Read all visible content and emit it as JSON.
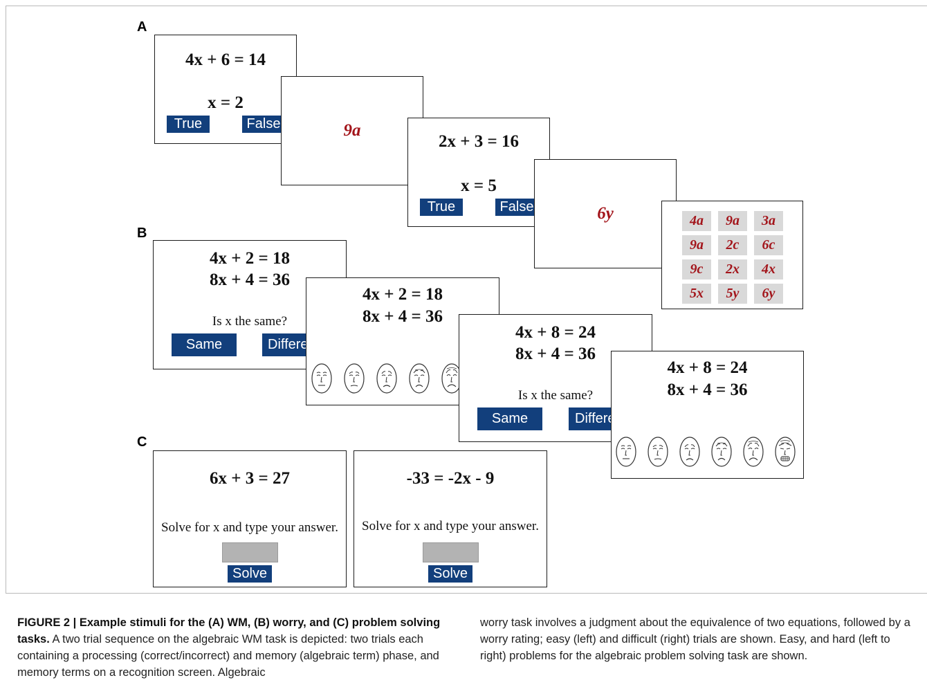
{
  "panels": {
    "a": {
      "letter": "A",
      "trial1": {
        "equation": "4x + 6 = 14",
        "candidate": "x = 2",
        "true_label": "True",
        "false_label": "False"
      },
      "memory1": {
        "term": "9a"
      },
      "trial2": {
        "equation": "2x + 3 = 16",
        "candidate": "x = 5",
        "true_label": "True",
        "false_label": "False"
      },
      "memory2": {
        "term": "6y"
      },
      "recognition_grid": [
        "4a",
        "9a",
        "3a",
        "9a",
        "2c",
        "6c",
        "9c",
        "2x",
        "4x",
        "5x",
        "5y",
        "6y"
      ]
    },
    "b": {
      "letter": "B",
      "easy_judgment": {
        "eq1": "4x + 2 = 18",
        "eq2": "8x + 4 = 36",
        "question": "Is x the same?",
        "same_label": "Same",
        "different_label": "Differe"
      },
      "easy_rating": {
        "eq1": "4x + 2 = 18",
        "eq2": "8x + 4 = 36"
      },
      "hard_judgment": {
        "eq1": "4x + 8 = 24",
        "eq2": "8x + 4 = 36",
        "question": "Is x the same?",
        "same_label": "Same",
        "different_label": "Differe"
      },
      "hard_rating": {
        "eq1": "4x + 8 = 24",
        "eq2": "8x + 4 = 36"
      }
    },
    "c": {
      "letter": "C",
      "easy": {
        "equation": "6x + 3 = 27",
        "instruction": "Solve for x and type your answer.",
        "solve_label": "Solve"
      },
      "hard": {
        "equation": "-33 = -2x - 9",
        "instruction": "Solve for x and type your answer.",
        "solve_label": "Solve"
      }
    }
  },
  "caption": {
    "label": "FIGURE 2 | Example stimuli for the (A) WM, (B) worry, and (C) problem solving tasks.",
    "text_left": " A two trial sequence on the algebraic WM task is depicted: two trials each containing a processing (correct/incorrect) and memory (algebraic term) phase, and memory terms on a recognition screen. Algebraic",
    "text_right": "worry task involves a judgment about the equivalence of two equations, followed by a worry rating; easy (left) and difficult (right) trials are shown. Easy, and hard (left to right) problems for the algebraic problem solving task are shown."
  },
  "colors": {
    "button": "#123f7c",
    "memory_term": "#a3151b",
    "grid_cell": "#d9d9d9",
    "answer_box": "#b3b3b3"
  }
}
